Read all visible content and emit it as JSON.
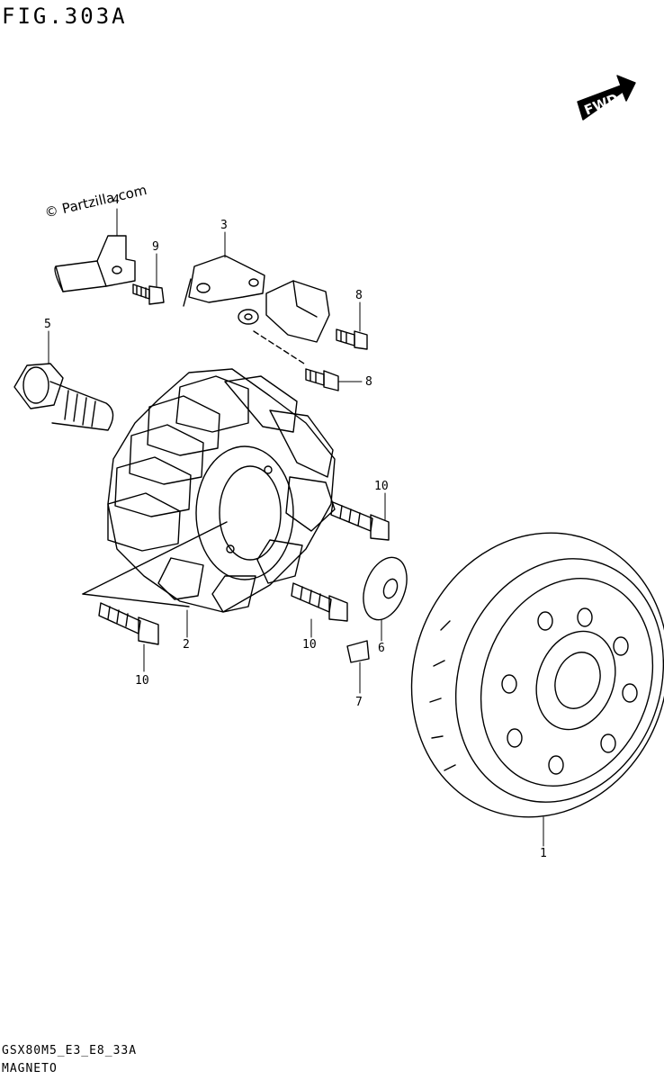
{
  "figure": {
    "title": "FIG.303A",
    "direction_label": "FWD",
    "watermark": "© Partzilla.com",
    "model_code": "GSX80M5_E3_E8_33A",
    "section_name": "MAGNETO"
  },
  "callouts": {
    "c1": "1",
    "c2": "2",
    "c3": "3",
    "c4": "4",
    "c5": "5",
    "c6": "6",
    "c7": "7",
    "c8a": "8",
    "c8b": "8",
    "c9": "9",
    "c10a": "10",
    "c10b": "10",
    "c10c": "10"
  }
}
